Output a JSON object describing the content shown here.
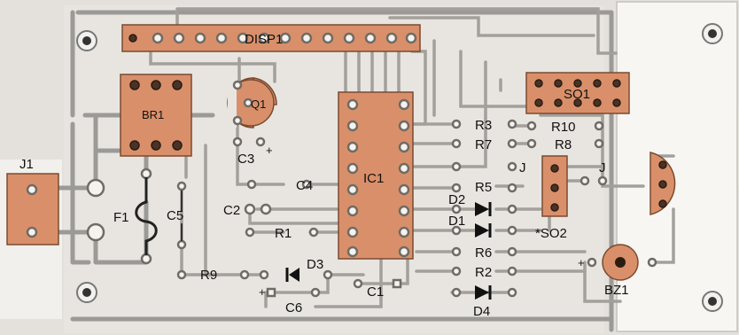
{
  "labels": {
    "j1": "J1",
    "f1": "F1",
    "c5": "C5",
    "c2": "C2",
    "r1": "R1",
    "r9": "R9",
    "d3": "D3",
    "c6": "C6",
    "c1": "C1",
    "c3": "C3",
    "plus_c3": "+",
    "c4": "C4",
    "ic1": "IC1",
    "br1": "BR1",
    "q1": "Q1",
    "disp1": "DISP1",
    "so1": "SO1",
    "r3": "R3",
    "r10": "R10",
    "r7": "R7",
    "r8": "R8",
    "j": "J",
    "j_right": "J",
    "r5": "R5",
    "d2": "D2",
    "d1": "D1",
    "r6": "R6",
    "r2": "R2",
    "d4": "D4",
    "so2": "*SO2",
    "bz1": "BZ1",
    "plus_c6": "+",
    "plus_bz": "+"
  },
  "colors": {
    "board": "#e4e1dc",
    "trace": "#9c9a97",
    "component": "#d9906a"
  }
}
